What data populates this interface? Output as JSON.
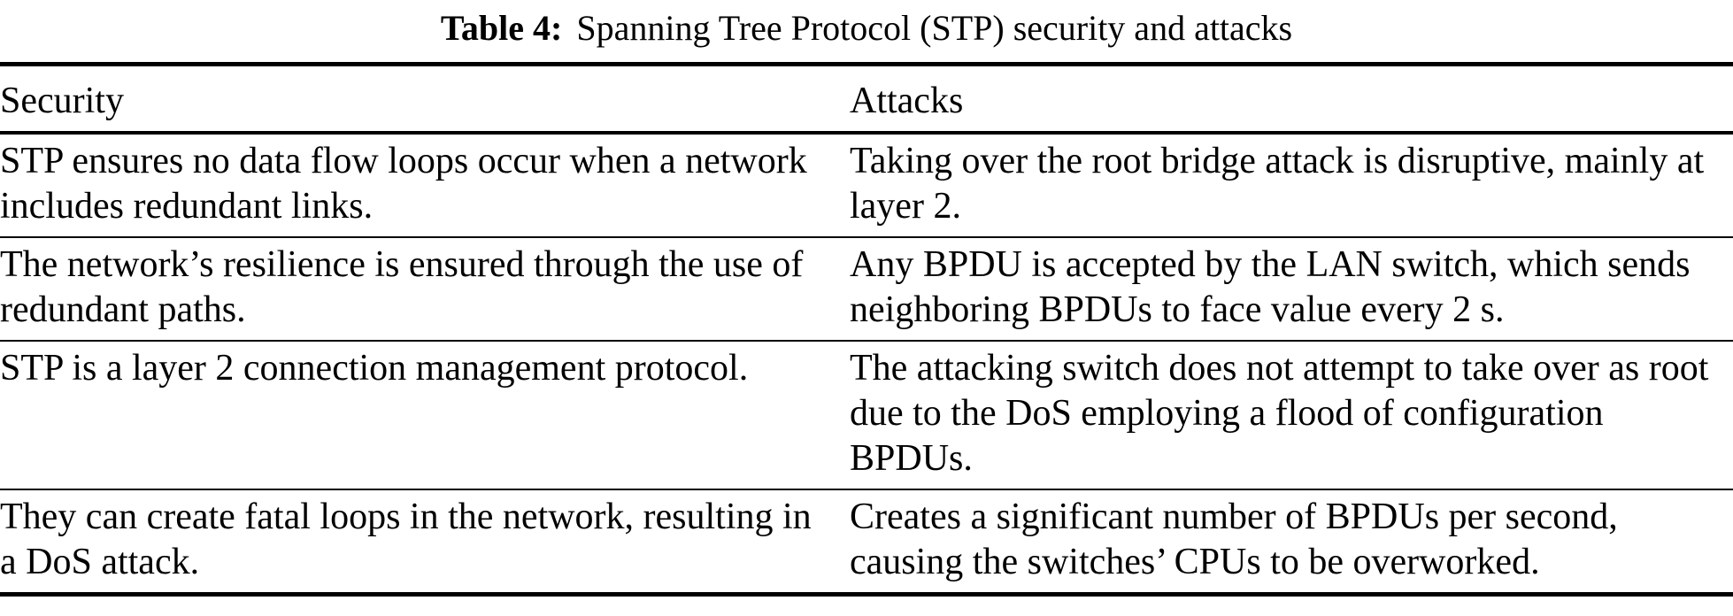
{
  "caption": {
    "label": "Table 4:",
    "text": "Spanning Tree Protocol (STP) security and attacks"
  },
  "table": {
    "columns": [
      "Security",
      "Attacks"
    ],
    "rows": [
      {
        "security": "STP ensures no data flow loops occur when a network includes redundant links.",
        "attacks": "Taking over the root bridge attack is disruptive, mainly at layer 2."
      },
      {
        "security": "The network’s resilience is ensured through the use of redundant paths.",
        "attacks": "Any BPDU is accepted by the LAN switch, which sends neighboring BPDUs to face value every 2 s."
      },
      {
        "security": "STP is a layer 2 connection management protocol.",
        "attacks": "The attacking switch does not attempt to take over as root due to the DoS employing a flood of configuration BPDUs."
      },
      {
        "security": "They can create fatal loops in the network, resulting in a DoS attack.",
        "attacks": "Creates a significant number of BPDUs per second, causing the switches’ CPUs to be overworked."
      }
    ]
  },
  "colors": {
    "text": "#000000",
    "background": "#ffffff",
    "rule": "#000000"
  }
}
